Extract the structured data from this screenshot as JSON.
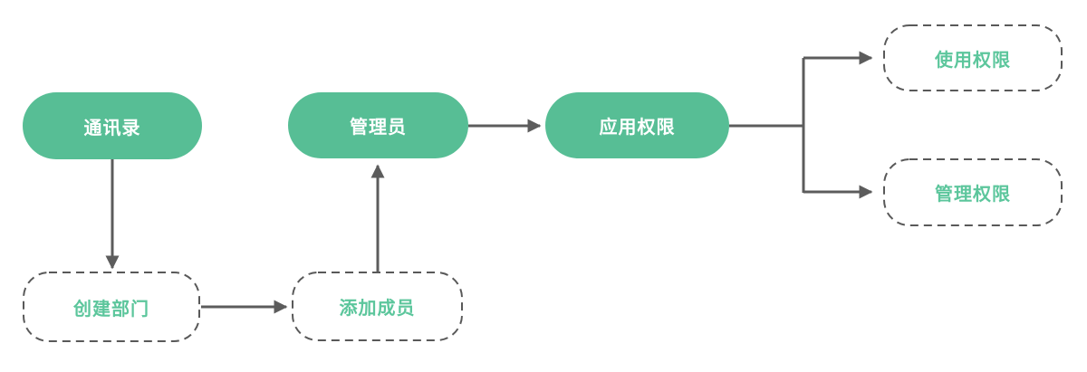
{
  "diagram": {
    "nodes": {
      "contacts": {
        "label": "通讯录",
        "style": "solid"
      },
      "admin": {
        "label": "管理员",
        "style": "solid"
      },
      "app_permission": {
        "label": "应用权限",
        "style": "solid"
      },
      "create_department": {
        "label": "创建部门",
        "style": "dashed"
      },
      "add_members": {
        "label": "添加成员",
        "style": "dashed"
      },
      "usage_permission": {
        "label": "使用权限",
        "style": "dashed"
      },
      "manage_permission": {
        "label": "管理权限",
        "style": "dashed"
      }
    },
    "edges": [
      {
        "from": "contacts",
        "to": "create_department"
      },
      {
        "from": "create_department",
        "to": "add_members"
      },
      {
        "from": "add_members",
        "to": "admin"
      },
      {
        "from": "admin",
        "to": "app_permission"
      },
      {
        "from": "app_permission",
        "to": "usage_permission"
      },
      {
        "from": "app_permission",
        "to": "manage_permission"
      }
    ],
    "colors": {
      "node_fill": "#57be95",
      "node_text": "#ffffff",
      "dashed_text": "#5cc69c",
      "dashed_border": "#595959",
      "arrow": "#5c5c5c",
      "background": "#ffffff"
    }
  }
}
